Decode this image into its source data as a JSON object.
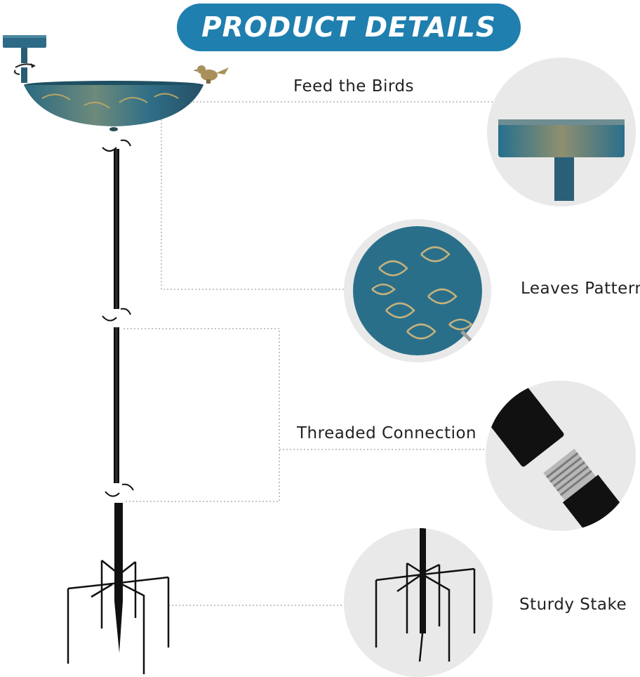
{
  "header": {
    "title": "PRODUCT DETAILS"
  },
  "details": [
    {
      "label": "Feed the Birds"
    },
    {
      "label": "Leaves Pattern"
    },
    {
      "label": "Threaded Connection"
    },
    {
      "label": "Sturdy Stake"
    }
  ],
  "colors": {
    "banner": "#1f7fae",
    "bowl_blue": "#2e6e86",
    "bowl_gold": "#a98f54",
    "pole": "#111111",
    "circle_bg": "#e9e9e9"
  },
  "icons": [
    "twist-arrow-icon",
    "bird-figurine-icon"
  ]
}
